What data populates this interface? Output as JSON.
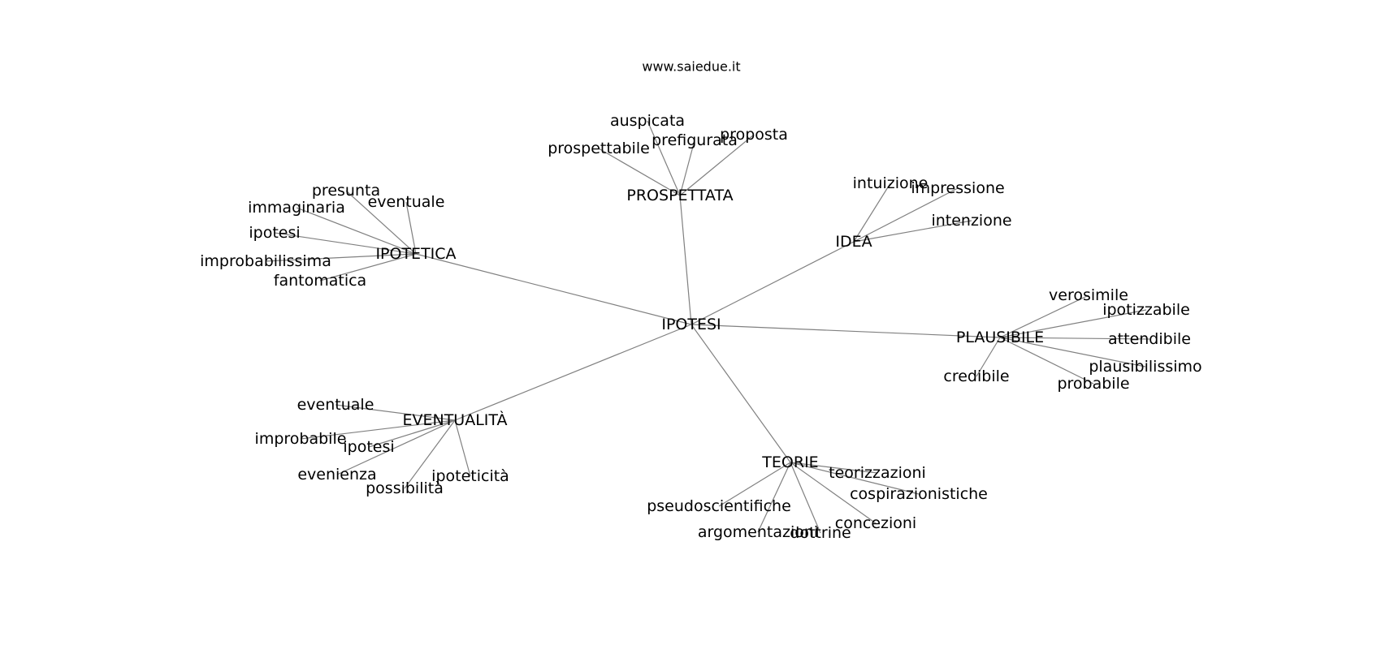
{
  "header": {
    "site": "www.saiedue.it"
  },
  "graph": {
    "edge_color": "#808080",
    "text_color": "#000000",
    "nodes": [
      {
        "id": "ipotesi_root",
        "label": "IPOTESI",
        "role": "root"
      },
      {
        "id": "prospettata",
        "label": "PROSPETTATA",
        "role": "hub"
      },
      {
        "id": "ipotetica",
        "label": "IPOTETICA",
        "role": "hub"
      },
      {
        "id": "idea",
        "label": "IDEA",
        "role": "hub"
      },
      {
        "id": "plausibile",
        "label": "PLAUSIBILE",
        "role": "hub"
      },
      {
        "id": "eventualita",
        "label": "EVENTUALITÀ",
        "role": "hub"
      },
      {
        "id": "teorie",
        "label": "TEORIE",
        "role": "hub"
      },
      {
        "id": "auspicata",
        "label": "auspicata",
        "role": "leaf"
      },
      {
        "id": "prefigurata",
        "label": "prefigurata",
        "role": "leaf"
      },
      {
        "id": "proposta",
        "label": "proposta",
        "role": "leaf"
      },
      {
        "id": "prospettabile",
        "label": "prospettabile",
        "role": "leaf"
      },
      {
        "id": "presunta",
        "label": "presunta",
        "role": "leaf"
      },
      {
        "id": "eventuale_a",
        "label": "eventuale",
        "role": "leaf"
      },
      {
        "id": "immaginaria",
        "label": "immaginaria",
        "role": "leaf"
      },
      {
        "id": "ipotesi_a",
        "label": "ipotesi",
        "role": "leaf"
      },
      {
        "id": "improbabilissima",
        "label": "improbabilissima",
        "role": "leaf"
      },
      {
        "id": "fantomatica",
        "label": "fantomatica",
        "role": "leaf"
      },
      {
        "id": "intuizione",
        "label": "intuizione",
        "role": "leaf"
      },
      {
        "id": "impressione",
        "label": "impressione",
        "role": "leaf"
      },
      {
        "id": "intenzione",
        "label": "intenzione",
        "role": "leaf"
      },
      {
        "id": "verosimile",
        "label": "verosimile",
        "role": "leaf"
      },
      {
        "id": "ipotizzabile",
        "label": "ipotizzabile",
        "role": "leaf"
      },
      {
        "id": "attendibile",
        "label": "attendibile",
        "role": "leaf"
      },
      {
        "id": "plausibilissimo",
        "label": "plausibilissimo",
        "role": "leaf"
      },
      {
        "id": "probabile",
        "label": "probabile",
        "role": "leaf"
      },
      {
        "id": "credibile",
        "label": "credibile",
        "role": "leaf"
      },
      {
        "id": "eventuale_b",
        "label": "eventuale",
        "role": "leaf"
      },
      {
        "id": "improbabile",
        "label": "improbabile",
        "role": "leaf"
      },
      {
        "id": "ipotesi_b",
        "label": "ipotesi",
        "role": "leaf"
      },
      {
        "id": "evenienza",
        "label": "evenienza",
        "role": "leaf"
      },
      {
        "id": "possibilita",
        "label": "possibilità",
        "role": "leaf"
      },
      {
        "id": "ipoteticita",
        "label": "ipoteticità",
        "role": "leaf"
      },
      {
        "id": "teorizzazioni",
        "label": "teorizzazioni",
        "role": "leaf"
      },
      {
        "id": "cospirazionistiche",
        "label": "cospirazionistiche",
        "role": "leaf"
      },
      {
        "id": "pseudoscientifiche",
        "label": "pseudoscientifiche",
        "role": "leaf"
      },
      {
        "id": "concezioni",
        "label": "concezioni",
        "role": "leaf"
      },
      {
        "id": "argomentazioni",
        "label": "argomentazioni",
        "role": "leaf"
      },
      {
        "id": "dottrine",
        "label": "dottrine",
        "role": "leaf"
      }
    ],
    "edges": [
      [
        "ipotesi_root",
        "prospettata"
      ],
      [
        "ipotesi_root",
        "ipotetica"
      ],
      [
        "ipotesi_root",
        "idea"
      ],
      [
        "ipotesi_root",
        "plausibile"
      ],
      [
        "ipotesi_root",
        "eventualita"
      ],
      [
        "ipotesi_root",
        "teorie"
      ],
      [
        "prospettata",
        "auspicata"
      ],
      [
        "prospettata",
        "prefigurata"
      ],
      [
        "prospettata",
        "proposta"
      ],
      [
        "prospettata",
        "prospettabile"
      ],
      [
        "ipotetica",
        "presunta"
      ],
      [
        "ipotetica",
        "eventuale_a"
      ],
      [
        "ipotetica",
        "immaginaria"
      ],
      [
        "ipotetica",
        "ipotesi_a"
      ],
      [
        "ipotetica",
        "improbabilissima"
      ],
      [
        "ipotetica",
        "fantomatica"
      ],
      [
        "idea",
        "intuizione"
      ],
      [
        "idea",
        "impressione"
      ],
      [
        "idea",
        "intenzione"
      ],
      [
        "plausibile",
        "verosimile"
      ],
      [
        "plausibile",
        "ipotizzabile"
      ],
      [
        "plausibile",
        "attendibile"
      ],
      [
        "plausibile",
        "plausibilissimo"
      ],
      [
        "plausibile",
        "probabile"
      ],
      [
        "plausibile",
        "credibile"
      ],
      [
        "eventualita",
        "eventuale_b"
      ],
      [
        "eventualita",
        "improbabile"
      ],
      [
        "eventualita",
        "ipotesi_b"
      ],
      [
        "eventualita",
        "evenienza"
      ],
      [
        "eventualita",
        "possibilita"
      ],
      [
        "eventualita",
        "ipoteticita"
      ],
      [
        "teorie",
        "teorizzazioni"
      ],
      [
        "teorie",
        "cospirazionistiche"
      ],
      [
        "teorie",
        "pseudoscientifiche"
      ],
      [
        "teorie",
        "concezioni"
      ],
      [
        "teorie",
        "argomentazioni"
      ],
      [
        "teorie",
        "dottrine"
      ]
    ]
  }
}
